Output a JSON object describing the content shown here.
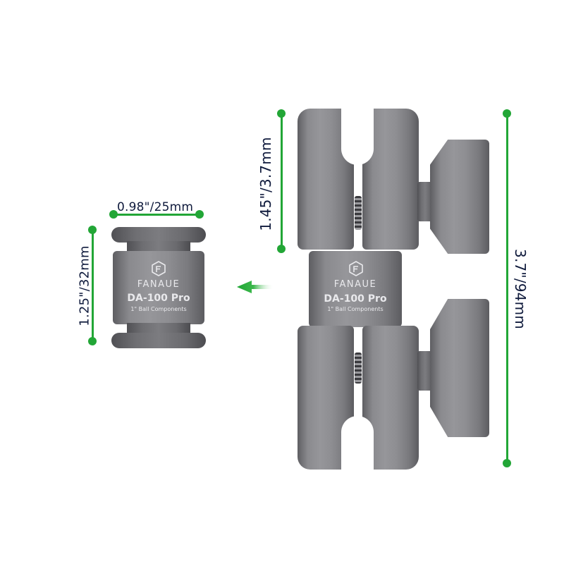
{
  "dimensions": {
    "component_width": "0.98\"/25mm",
    "component_height": "1.25\"/32mm",
    "clamp_height": "1.45\"/3.7mm",
    "total_length": "3.7\"/94mm"
  },
  "product": {
    "brand": "FANAUE",
    "model": "DA-100 Pro",
    "subtitle": "1\" Ball Components"
  },
  "colors": {
    "dimension_green": "#22a636",
    "label_navy": "#0f1a3c",
    "metal_gray": "#86868a"
  },
  "icons": {
    "arrow": "arrow-left-icon",
    "logo": "fanaue-logo-icon"
  }
}
